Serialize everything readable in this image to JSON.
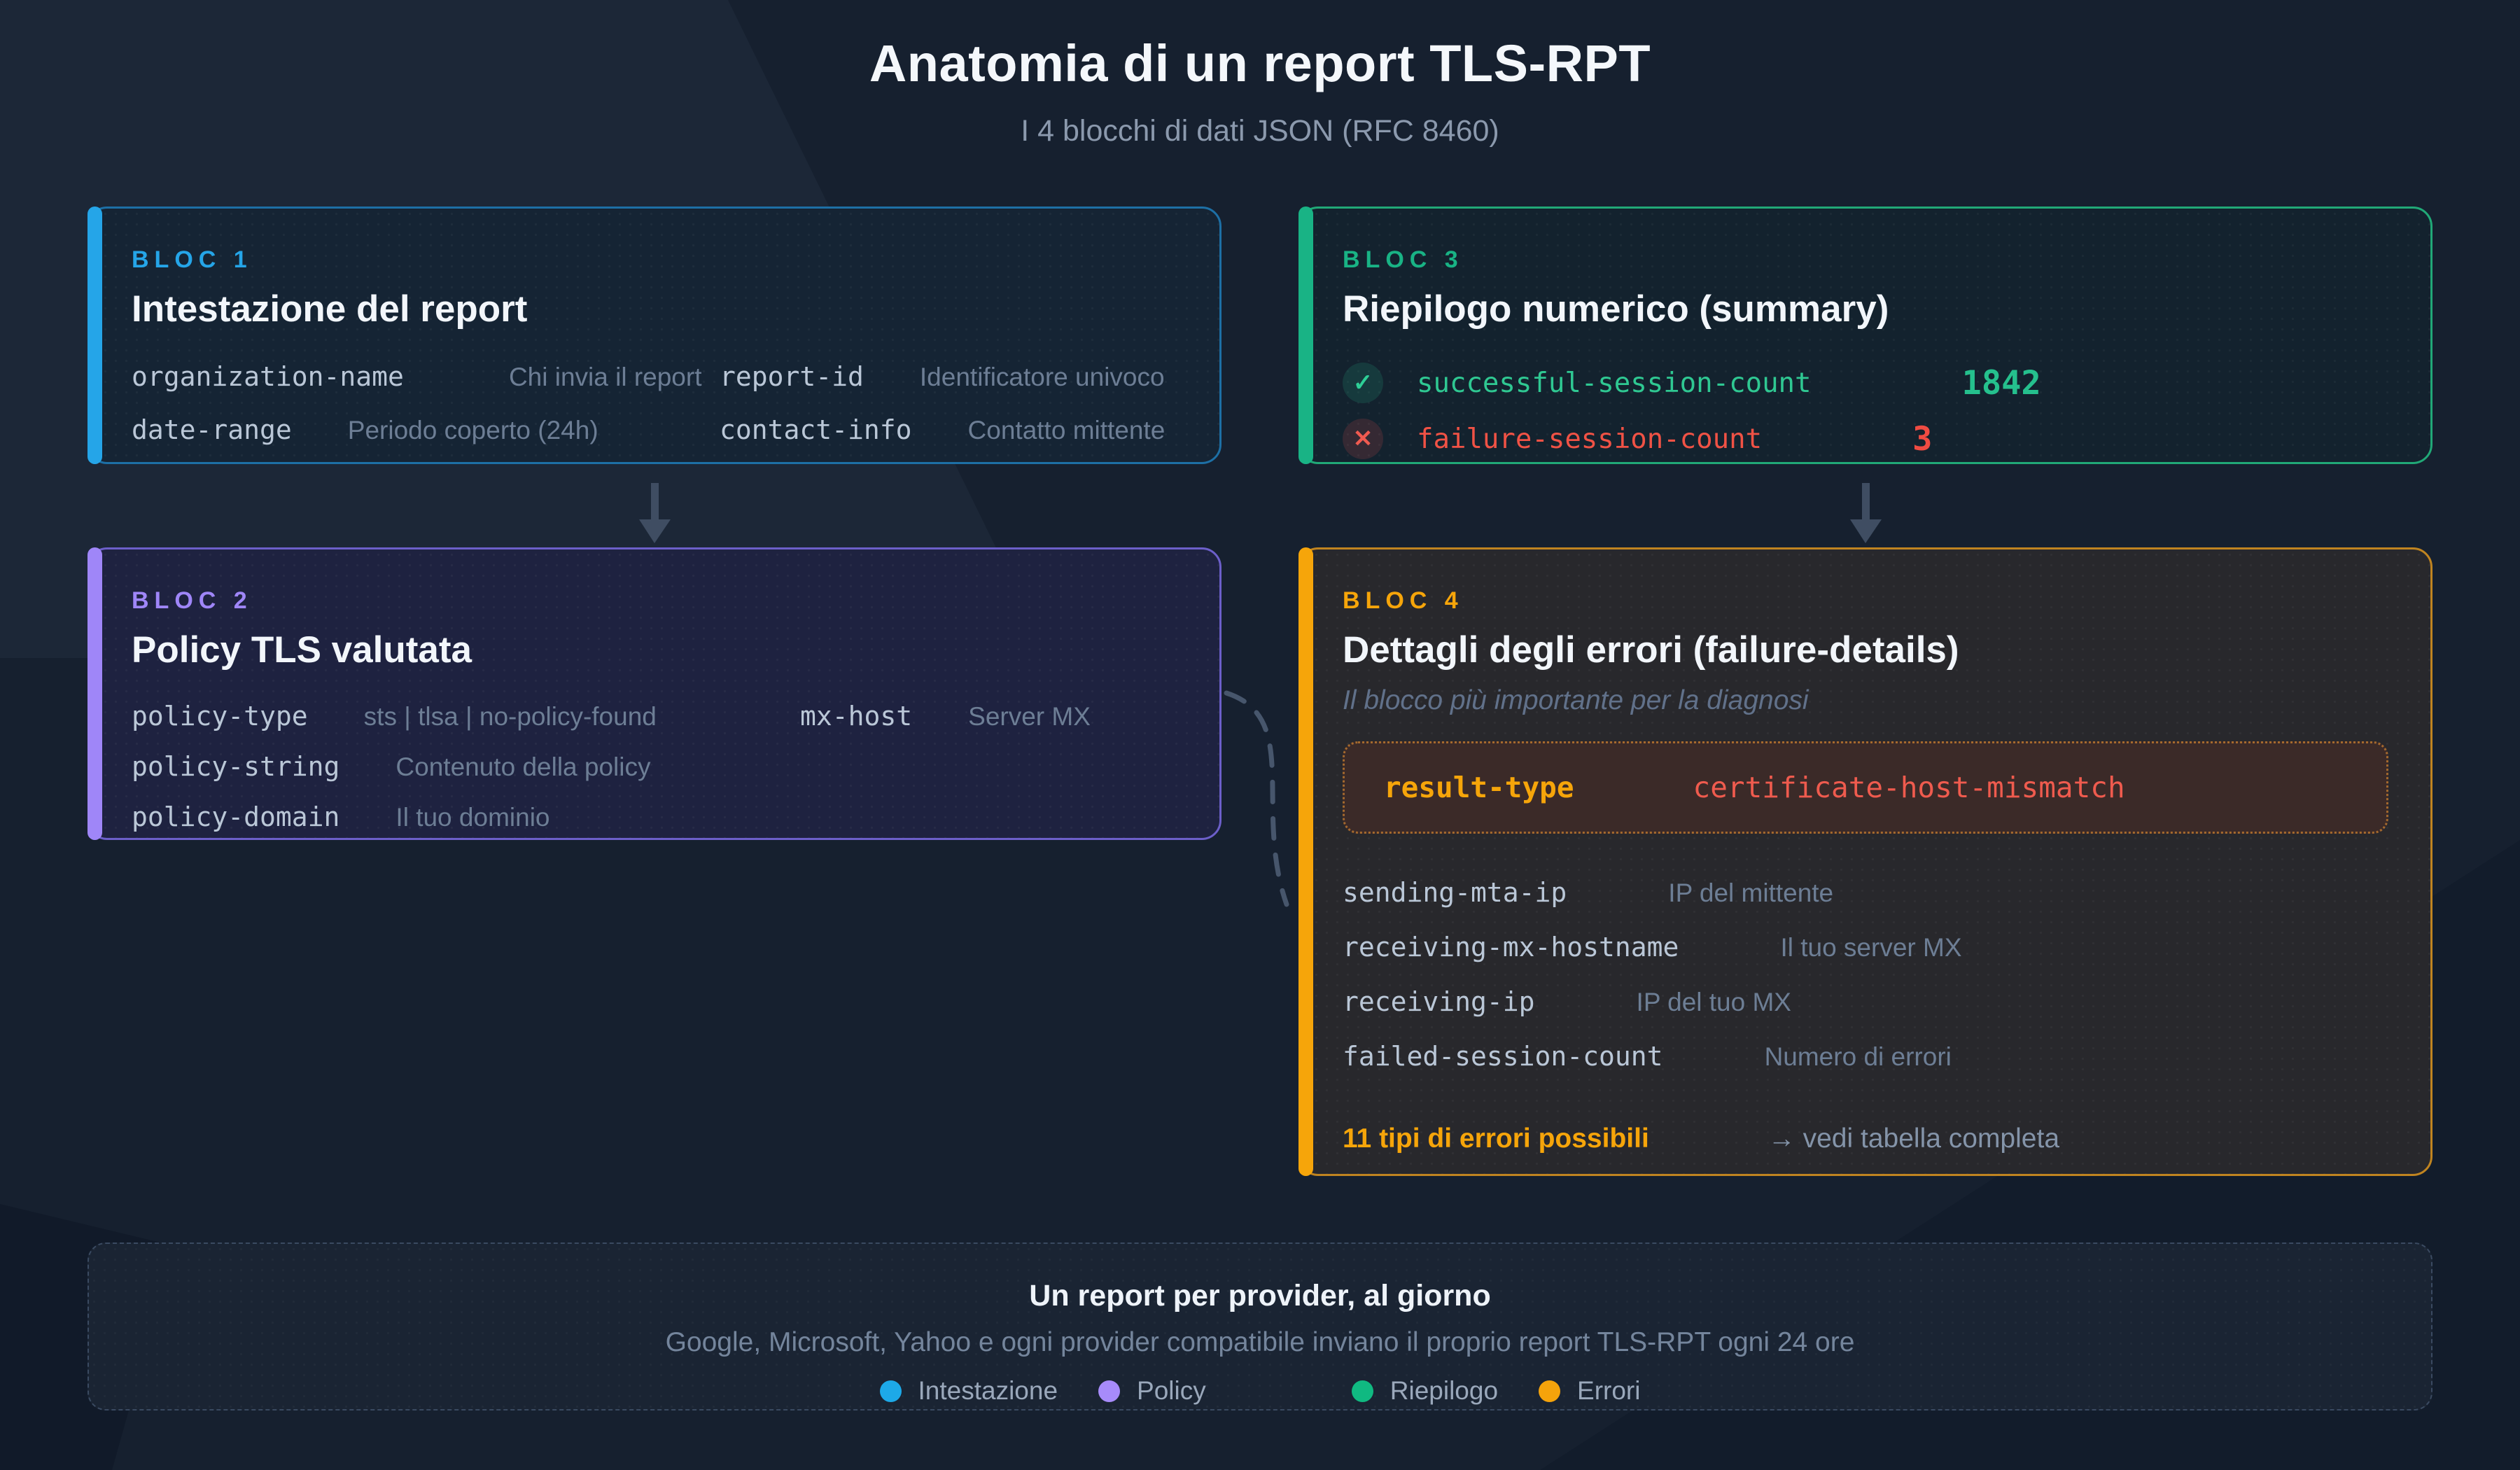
{
  "header": {
    "title": "Anatomia di un report TLS-RPT",
    "subtitle": "I 4 blocchi di dati JSON (RFC 8460)"
  },
  "bloc1": {
    "tag": "BLOC 1",
    "title": "Intestazione del report",
    "accent": "#25a5e8",
    "fields": [
      {
        "key": "organization-name",
        "desc": "Chi invia il report"
      },
      {
        "key": "report-id",
        "desc": "Identificatore univoco"
      },
      {
        "key": "date-range",
        "desc": "Periodo coperto (24h)"
      },
      {
        "key": "contact-info",
        "desc": "Contatto mittente"
      }
    ]
  },
  "bloc2": {
    "tag": "BLOC 2",
    "title": "Policy TLS valutata",
    "accent": "#9f86f8",
    "fields": [
      {
        "key": "policy-type",
        "desc": "sts | tlsa | no-policy-found"
      },
      {
        "key": "mx-host",
        "desc": "Server MX"
      },
      {
        "key": "policy-string",
        "desc": "Contenuto della policy"
      },
      {
        "key": "policy-domain",
        "desc": "Il tuo dominio"
      }
    ]
  },
  "bloc3": {
    "tag": "BLOC 3",
    "title": "Riepilogo numerico (summary)",
    "accent": "#19b385",
    "rows": [
      {
        "icon": "check-icon",
        "glyph": "✓",
        "key": "successful-session-count",
        "value": "1842",
        "color": "#25c08d"
      },
      {
        "icon": "cross-icon",
        "glyph": "✕",
        "key": "failure-session-count",
        "value": "3",
        "color": "#ef4b42"
      }
    ]
  },
  "bloc4": {
    "tag": "BLOC 4",
    "title": "Dettagli degli errori (failure-details)",
    "subtitle": "Il blocco più importante per la diagnosi",
    "accent": "#f6a50a",
    "highlight": {
      "key": "result-type",
      "value": "certificate-host-mismatch",
      "value_color": "#ef5b4e"
    },
    "fields": [
      {
        "key": "sending-mta-ip",
        "desc": "IP del mittente"
      },
      {
        "key": "receiving-mx-hostname",
        "desc": "Il tuo server MX"
      },
      {
        "key": "receiving-ip",
        "desc": "IP del tuo MX"
      },
      {
        "key": "failed-session-count",
        "desc": "Numero di errori"
      }
    ],
    "footnote": {
      "strong": "11 tipi di errori possibili",
      "link": "→ vedi tabella completa"
    }
  },
  "footer": {
    "title": "Un report per provider, al giorno",
    "subtitle": "Google, Microsoft, Yahoo e ogni provider compatibile inviano il proprio report TLS-RPT ogni 24 ore",
    "legend": [
      {
        "label": "Intestazione",
        "color": "#1da9e8"
      },
      {
        "label": "Policy",
        "color": "#a78bfa"
      },
      {
        "label": "Riepilogo",
        "color": "#10b981"
      },
      {
        "label": "Errori",
        "color": "#f5a30b"
      }
    ]
  }
}
